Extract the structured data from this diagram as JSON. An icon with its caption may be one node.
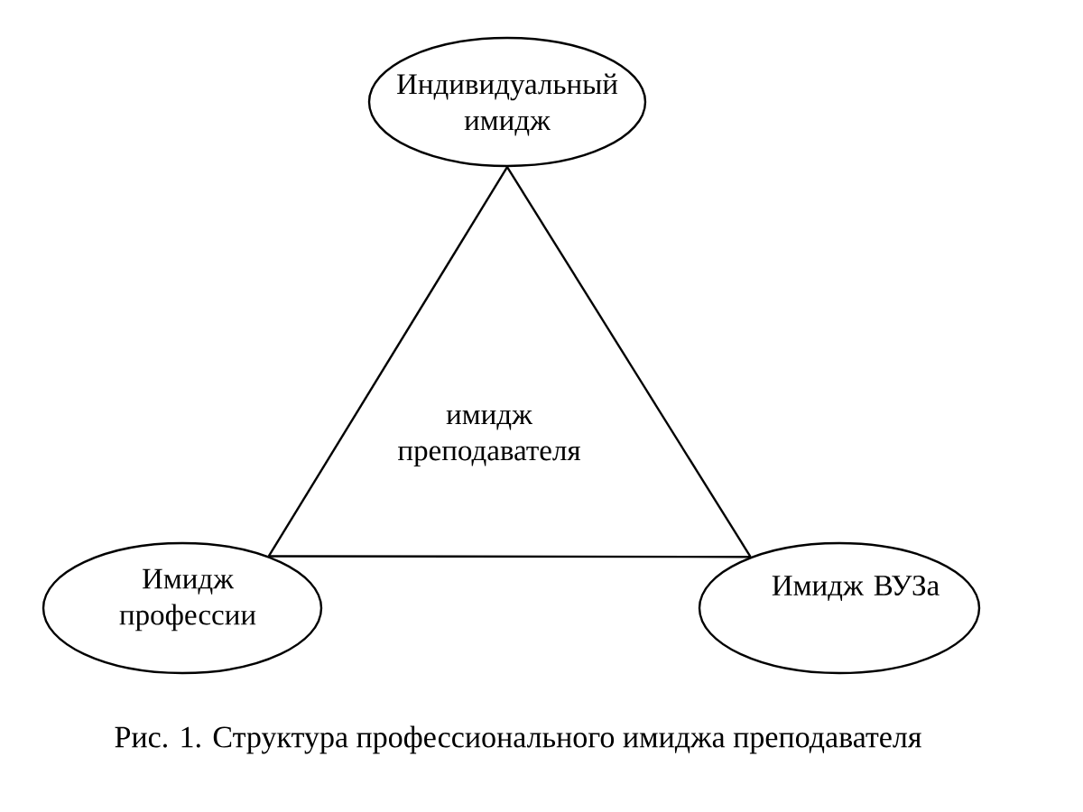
{
  "diagram": {
    "caption": "Рис. 1. Структура профессионального имиджа преподавателя",
    "nodes": [
      {
        "text": [
          "Индивидуальный имидж"
        ]
      },
      {
        "text": [
          "Имидж профессии"
        ]
      },
      {
        "text": [
          "Имидж ВУЗа"
        ]
      }
    ],
    "edges": [
      {
        "from": 0,
        "to": 1,
        "arrow": "none"
      },
      {
        "from": 0,
        "to": 2,
        "arrow": "none"
      },
      {
        "from": 1,
        "to": 2,
        "arrow": "none"
      }
    ],
    "labels": [
      "имидж преподавателя"
    ]
  }
}
